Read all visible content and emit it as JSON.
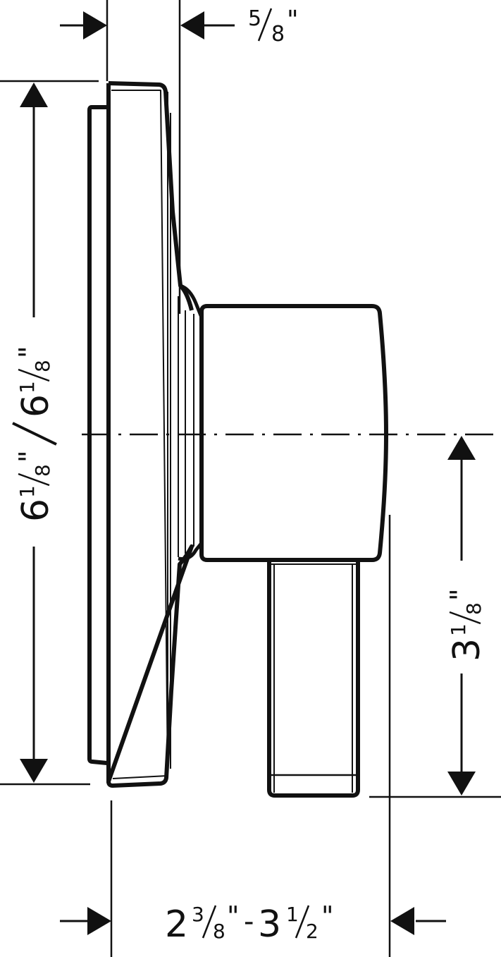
{
  "diagram": {
    "type": "technical-drawing-side-view",
    "colors": {
      "line": "#111111",
      "background": "#ffffff"
    },
    "dimensions": {
      "top_width": {
        "label": "5/8\"",
        "whole": "",
        "num": "5",
        "den": "8",
        "unit": "\""
      },
      "overall_height": {
        "label": "6 1/8\" / 6 1/8\"",
        "whole1": "6",
        "num1": "1",
        "den1": "8",
        "whole2": "6",
        "num2": "1",
        "den2": "8",
        "unit": "\"",
        "sep": "/"
      },
      "lower_height": {
        "label": "3 1/8\"",
        "whole": "3",
        "num": "1",
        "den": "8",
        "unit": "\""
      },
      "depth_range": {
        "label": "2 3/8\" - 3 1/2\"",
        "whole1": "2",
        "num1": "3",
        "den1": "8",
        "sep": "-",
        "whole2": "3",
        "num2": "1",
        "den2": "2",
        "unit": "\""
      }
    }
  }
}
